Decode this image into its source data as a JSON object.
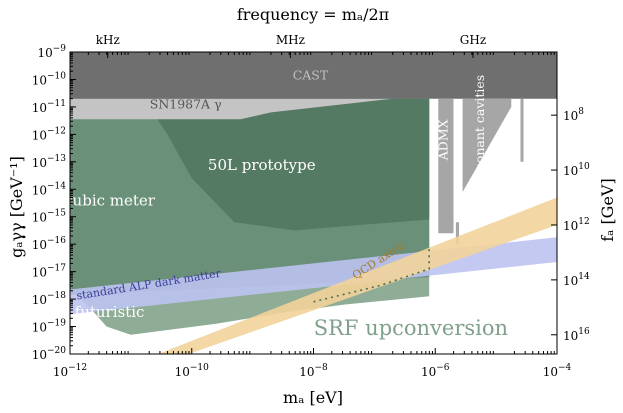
{
  "chart_data": {
    "type": "area",
    "title": "frequency = mₐ/2π",
    "xlabel": "mₐ  [eV]",
    "ylabel": "gₐγγ  [GeV⁻¹]",
    "y2label": "fₐ  [GeV]",
    "xscale": "log",
    "yscale": "log",
    "xlim": [
      -12,
      -4
    ],
    "ylim": [
      -20,
      -9
    ],
    "x_ticks": [
      {
        "value": -12,
        "base": "10",
        "exp": "−12"
      },
      {
        "value": -10,
        "base": "10",
        "exp": "−10"
      },
      {
        "value": -8,
        "base": "10",
        "exp": "−8"
      },
      {
        "value": -6,
        "base": "10",
        "exp": "−6"
      },
      {
        "value": -4,
        "base": "10",
        "exp": "−4"
      }
    ],
    "y_ticks": [
      {
        "value": -9,
        "base": "10",
        "exp": "−9"
      },
      {
        "value": -10,
        "base": "10",
        "exp": "−10"
      },
      {
        "value": -11,
        "base": "10",
        "exp": "−11"
      },
      {
        "value": -12,
        "base": "10",
        "exp": "−12"
      },
      {
        "value": -13,
        "base": "10",
        "exp": "−13"
      },
      {
        "value": -14,
        "base": "10",
        "exp": "−14"
      },
      {
        "value": -15,
        "base": "10",
        "exp": "−15"
      },
      {
        "value": -16,
        "base": "10",
        "exp": "−16"
      },
      {
        "value": -17,
        "base": "10",
        "exp": "−17"
      },
      {
        "value": -18,
        "base": "10",
        "exp": "−18"
      },
      {
        "value": -19,
        "base": "10",
        "exp": "−19"
      },
      {
        "value": -20,
        "base": "10",
        "exp": "−20"
      }
    ],
    "top_ticks": [
      {
        "value": -11.38,
        "label": "kHz"
      },
      {
        "value": -8.38,
        "label": "MHz"
      },
      {
        "value": -5.38,
        "label": "GHz"
      }
    ],
    "right_ticks": [
      {
        "value": -11.3,
        "base": "10",
        "exp": "8"
      },
      {
        "value": -13.3,
        "base": "10",
        "exp": "10"
      },
      {
        "value": -15.3,
        "base": "10",
        "exp": "12"
      },
      {
        "value": -17.3,
        "base": "10",
        "exp": "14"
      },
      {
        "value": -19.3,
        "base": "10",
        "exp": "16"
      }
    ],
    "regions": [
      {
        "id": "futuristic",
        "label": "futuristic",
        "color": "#8fac96",
        "points": [
          [
            -12,
            -10.7
          ],
          [
            -6.1,
            -10.7
          ],
          [
            -6.1,
            -17.9
          ],
          [
            -7.5,
            -18.2
          ],
          [
            -8.5,
            -18.5
          ],
          [
            -9.6,
            -18.9
          ],
          [
            -10.3,
            -19.1
          ],
          [
            -11.0,
            -19.3
          ],
          [
            -11.4,
            -19.0
          ],
          [
            -11.6,
            -18.5
          ],
          [
            -12,
            -17.6
          ]
        ],
        "label_pos": [
          -11.35,
          -18.65
        ],
        "label_color": "#ffffff"
      },
      {
        "id": "cubic-meter",
        "label": "cubic meter",
        "color": "#6b9079",
        "points": [
          [
            -12,
            -10.7
          ],
          [
            -6.1,
            -10.7
          ],
          [
            -6.1,
            -17.2
          ],
          [
            -8.5,
            -17.5
          ],
          [
            -10.0,
            -17.65
          ],
          [
            -12,
            -17.85
          ]
        ],
        "label_pos": [
          -11.35,
          -14.6
        ],
        "label_color": "#ffffff"
      },
      {
        "id": "50l-prototype",
        "label": "50L prototype",
        "color": "#557a63",
        "points": [
          [
            -10.7,
            -10.7
          ],
          [
            -6.1,
            -10.7
          ],
          [
            -6.1,
            -15.1
          ],
          [
            -7.5,
            -15.35
          ],
          [
            -8.3,
            -15.5
          ],
          [
            -9.3,
            -15.2
          ],
          [
            -10.0,
            -13.6
          ],
          [
            -10.4,
            -12.0
          ],
          [
            -10.7,
            -11.0
          ]
        ],
        "label_pos": [
          -8.85,
          -13.3
        ],
        "label_color": "#ffffff"
      },
      {
        "id": "sn1987a",
        "label": "SN1987A γ",
        "color": "#c4c4c4",
        "points": [
          [
            -12,
            -10.7
          ],
          [
            -12,
            -11.45
          ],
          [
            -9.2,
            -11.45
          ],
          [
            -8.7,
            -11.2
          ],
          [
            -6.7,
            -10.7
          ]
        ],
        "label_pos": [
          -10.1,
          -11.05
        ],
        "label_color": "#555555"
      },
      {
        "id": "cast",
        "label": "CAST",
        "color": "#6f6f6f",
        "points": [
          [
            -12,
            -9
          ],
          [
            -4,
            -9
          ],
          [
            -4,
            -10.7
          ],
          [
            -12,
            -10.7
          ]
        ],
        "label_pos": [
          -8.05,
          -10.0
        ],
        "label_color": "#bfbfbf"
      },
      {
        "id": "admx",
        "label": "ADMX",
        "color": "#a6a6a6",
        "points": [
          [
            -5.95,
            -10.7
          ],
          [
            -5.7,
            -10.7
          ],
          [
            -5.7,
            -15.6
          ],
          [
            -5.95,
            -15.6
          ]
        ],
        "label_pos": [
          -5.8,
          -12.2
        ],
        "label_color": "#ffffff",
        "rotate": true
      },
      {
        "id": "resonant-cavities",
        "label": "resonant cavities",
        "color": "#a6a6a6",
        "points": [
          [
            -5.55,
            -10.7
          ],
          [
            -4.75,
            -10.7
          ],
          [
            -4.75,
            -11.0
          ],
          [
            -5.55,
            -14.1
          ]
        ],
        "label_pos": [
          -5.2,
          -11.8
        ],
        "label_color": "#ffffff",
        "rotate": true
      },
      {
        "id": "admx-tick",
        "color": "#a6a6a6",
        "points": [
          [
            -5.66,
            -15.2
          ],
          [
            -5.61,
            -15.2
          ],
          [
            -5.61,
            -16.0
          ],
          [
            -5.66,
            -16.0
          ]
        ]
      },
      {
        "id": "cavity-line",
        "color": "#a6a6a6",
        "points": [
          [
            -4.6,
            -10.7
          ],
          [
            -4.55,
            -10.7
          ],
          [
            -4.55,
            -13.0
          ],
          [
            -4.6,
            -13.0
          ]
        ]
      }
    ],
    "bands": [
      {
        "id": "alp-band",
        "label": "standard ALP dark matter",
        "color": "#bdc3ef",
        "upper": [
          [
            -12,
            -17.65
          ],
          [
            -4,
            -15.75
          ]
        ],
        "lower": [
          [
            -12,
            -18.55
          ],
          [
            -4,
            -16.65
          ]
        ],
        "label_pos": [
          -10.7,
          -17.6
        ],
        "label_angle": -9,
        "label_color": "#3b3d9a"
      },
      {
        "id": "qcd-band",
        "label": "QCD axion",
        "color": "#f2d39a",
        "upper": [
          [
            -10.55,
            -20
          ],
          [
            -4,
            -14.3
          ]
        ],
        "lower": [
          [
            -10.05,
            -20
          ],
          [
            -4,
            -15.3
          ]
        ],
        "label_pos": [
          -6.9,
          -16.7
        ],
        "label_angle": -33,
        "label_color": "#a57a2b"
      }
    ],
    "dotted_line": {
      "color": "#4e6f59",
      "points": [
        [
          -8.0,
          -18.1
        ],
        [
          -6.9,
          -17.5
        ],
        [
          -6.1,
          -16.9
        ],
        [
          -6.1,
          -16.1
        ]
      ]
    },
    "annotations": [
      {
        "id": "srf-upconversion",
        "text": "SRF upconversion",
        "pos": [
          -6.4,
          -19.3
        ],
        "color": "#7fa08a"
      }
    ]
  }
}
